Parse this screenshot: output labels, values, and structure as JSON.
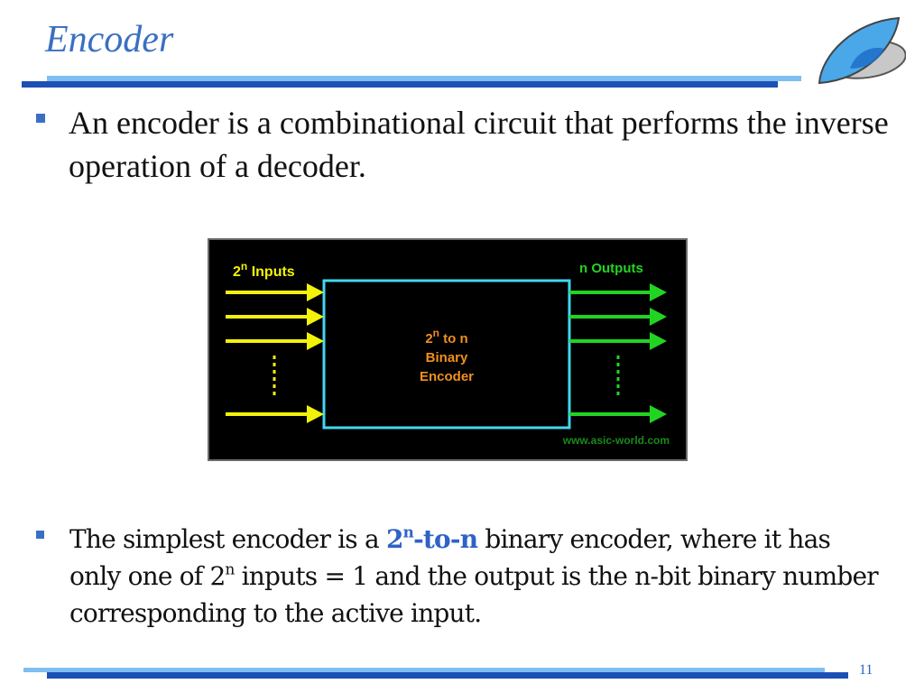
{
  "slide": {
    "title": "Encoder",
    "page_number": "11"
  },
  "bullets": [
    {
      "text": "An encoder is a combinational circuit that performs the inverse operation of a decoder."
    },
    {
      "before": "The simplest encoder is a ",
      "highlight_base": "2",
      "highlight_sup": "n",
      "highlight_after": "-to-n",
      "middle": " binary encoder, where it has only one of 2",
      "middle_sup": "n",
      "after": " inputs = 1 and the output is the n-bit binary number corresponding to the active input."
    }
  ],
  "diagram": {
    "inputs_label_base": "2",
    "inputs_label_sup": "n",
    "inputs_label_after": " Inputs",
    "outputs_label": "n Outputs",
    "block_line1_base": "2",
    "block_line1_sup": "n",
    "block_line1_after": " to n",
    "block_line2": "Binary",
    "block_line3": "Encoder",
    "watermark": "www.asic-world.com"
  },
  "colors": {
    "title": "#3a6fc2",
    "accent_dark": "#1c50b5",
    "accent_light": "#7fbef0",
    "input_arrows": "#f2f20a",
    "output_arrows": "#22d422",
    "block_border": "#3fd8f0",
    "block_text": "#f0901e"
  }
}
